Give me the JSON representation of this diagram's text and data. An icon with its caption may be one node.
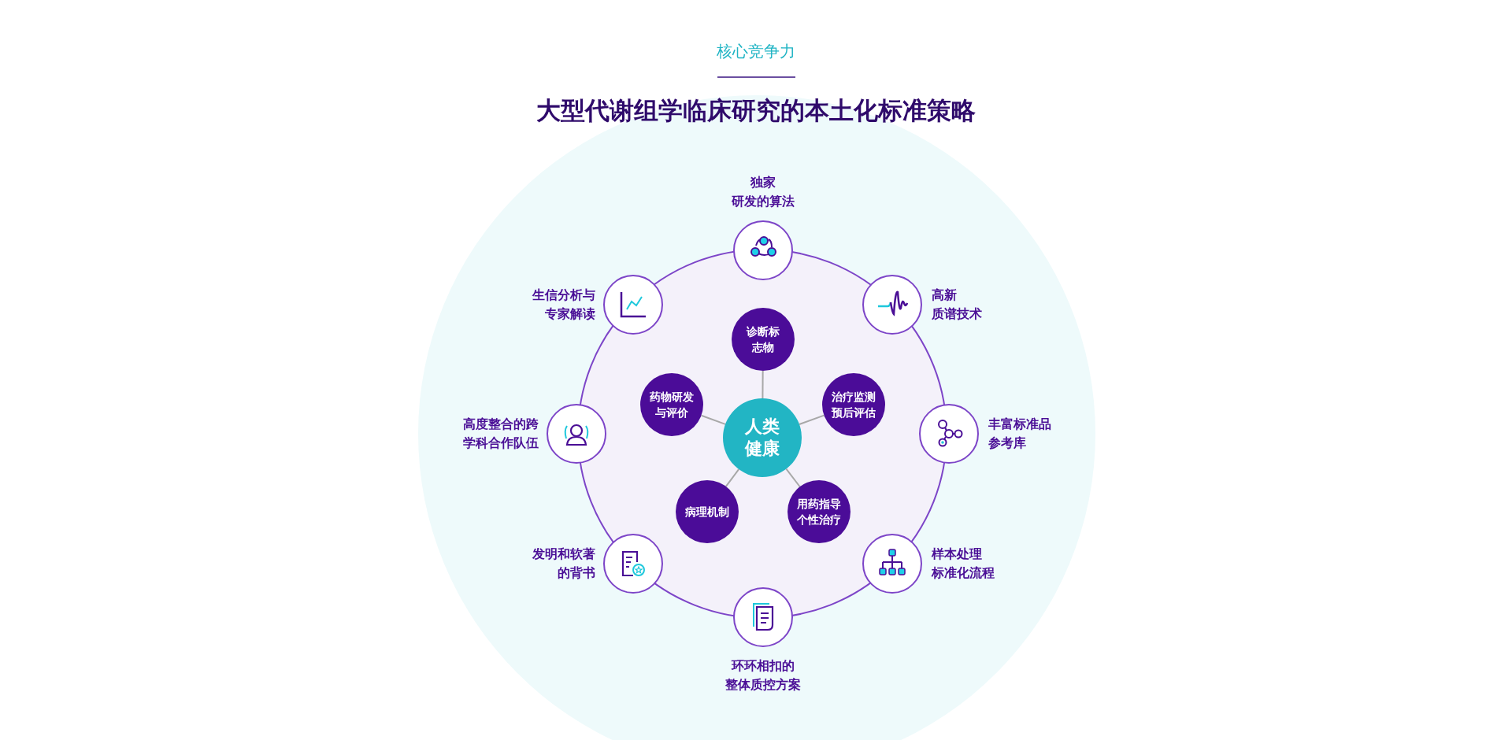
{
  "diagram": {
    "title": "大型代谢组学临床研究的本土化标准策略",
    "nodes": [
      {
        "text": [
          "独家研发的算法"
        ]
      },
      {
        "text": [
          "生信分析与专家解读"
        ]
      },
      {
        "text": [
          "高新质谱技术"
        ]
      },
      {
        "text": [
          "诊断标志物"
        ]
      },
      {
        "text": [
          "药物研发与评价"
        ]
      },
      {
        "text": [
          "治疗监测预后评估"
        ]
      },
      {
        "text": [
          "高度整合的跨学科合作队伍"
        ]
      },
      {
        "text": [
          "人类健康"
        ]
      },
      {
        "text": [
          "丰富标准品参考库"
        ]
      },
      {
        "text": [
          "病理机制"
        ]
      },
      {
        "text": [
          "用药指导个性治疗"
        ]
      },
      {
        "text": [
          "发明和软著的背书"
        ]
      },
      {
        "text": [
          "样本处理标准化流程"
        ]
      },
      {
        "text": [
          "环环相扣的整体质控方案"
        ]
      }
    ],
    "edges": [
      {
        "from": 7,
        "to": 3,
        "arrow": "none"
      },
      {
        "from": 7,
        "to": 4,
        "arrow": "none"
      },
      {
        "from": 7,
        "to": 5,
        "arrow": "none"
      },
      {
        "from": 7,
        "to": 9,
        "arrow": "none"
      },
      {
        "from": 7,
        "to": 10,
        "arrow": "none"
      }
    ],
    "labels": [
      "核心竞争力"
    ]
  }
}
